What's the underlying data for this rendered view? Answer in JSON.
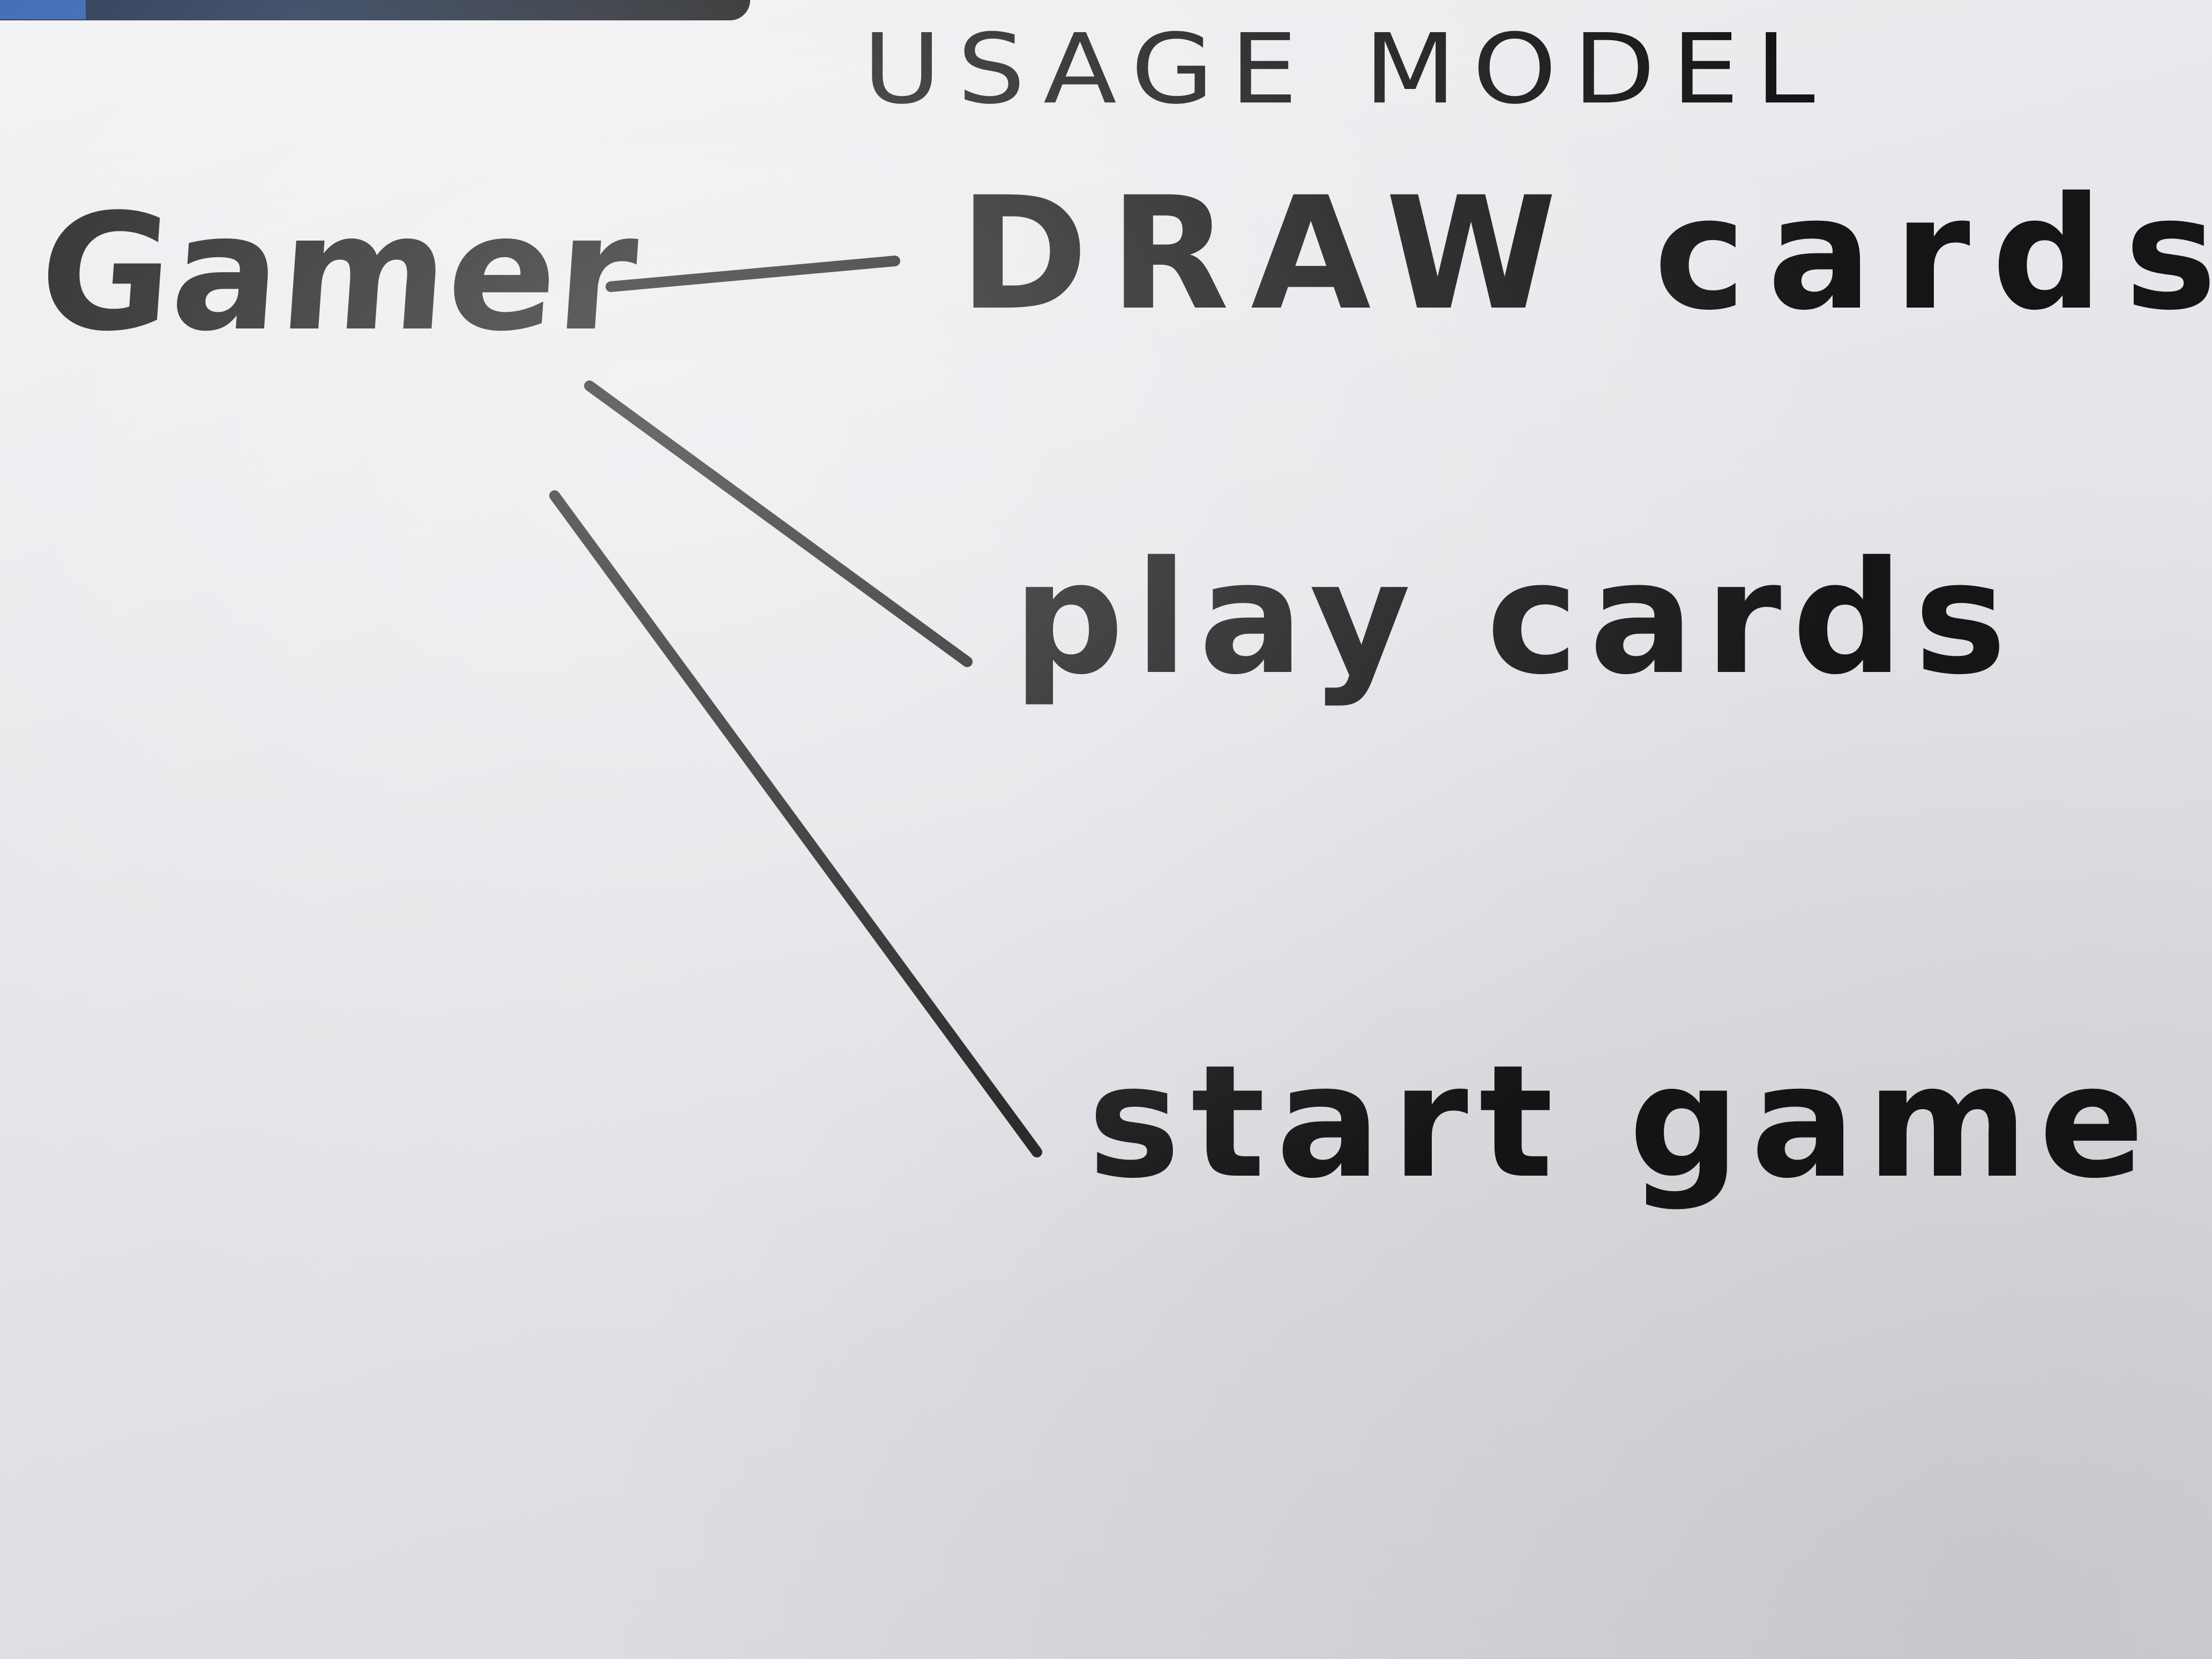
{
  "title": "USAGE MODEL",
  "actor": {
    "label": "Gamer"
  },
  "use_cases": [
    {
      "label": "DRAW cards"
    },
    {
      "label": "play cards"
    },
    {
      "label": "start game"
    }
  ],
  "colors": {
    "paper": "#e6e6ea",
    "ink": "#151515"
  }
}
